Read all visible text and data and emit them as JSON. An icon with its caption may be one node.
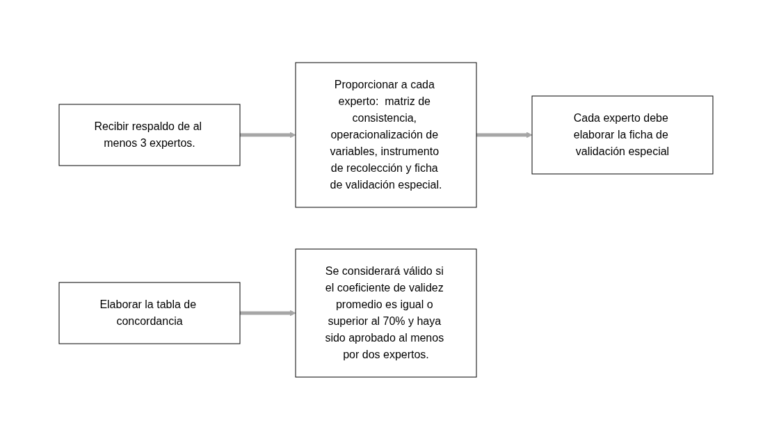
{
  "diagram": {
    "nodes": [
      {
        "text": [
          "Recibir respaldo de al menos 3 expertos."
        ]
      },
      {
        "text": [
          "Proporcionar a cada experto:  matriz de consistencia, operacionalización de variables, instrumento de recolección y ficha de validación especial."
        ]
      },
      {
        "text": [
          "Cada experto debe elaborar la ficha de validación especial"
        ]
      },
      {
        "text": [
          "Elaborar la tabla de concordancia"
        ]
      },
      {
        "text": [
          "Se considerará válido si el coeficiente de validez promedio es igual o superior al 70% y haya sido aprobado al menos por dos expertos."
        ]
      }
    ],
    "edges": [
      {
        "from": 0,
        "to": 1,
        "arrow": "to"
      },
      {
        "from": 1,
        "to": 2,
        "arrow": "to"
      },
      {
        "from": 3,
        "to": 4,
        "arrow": "to"
      }
    ]
  }
}
